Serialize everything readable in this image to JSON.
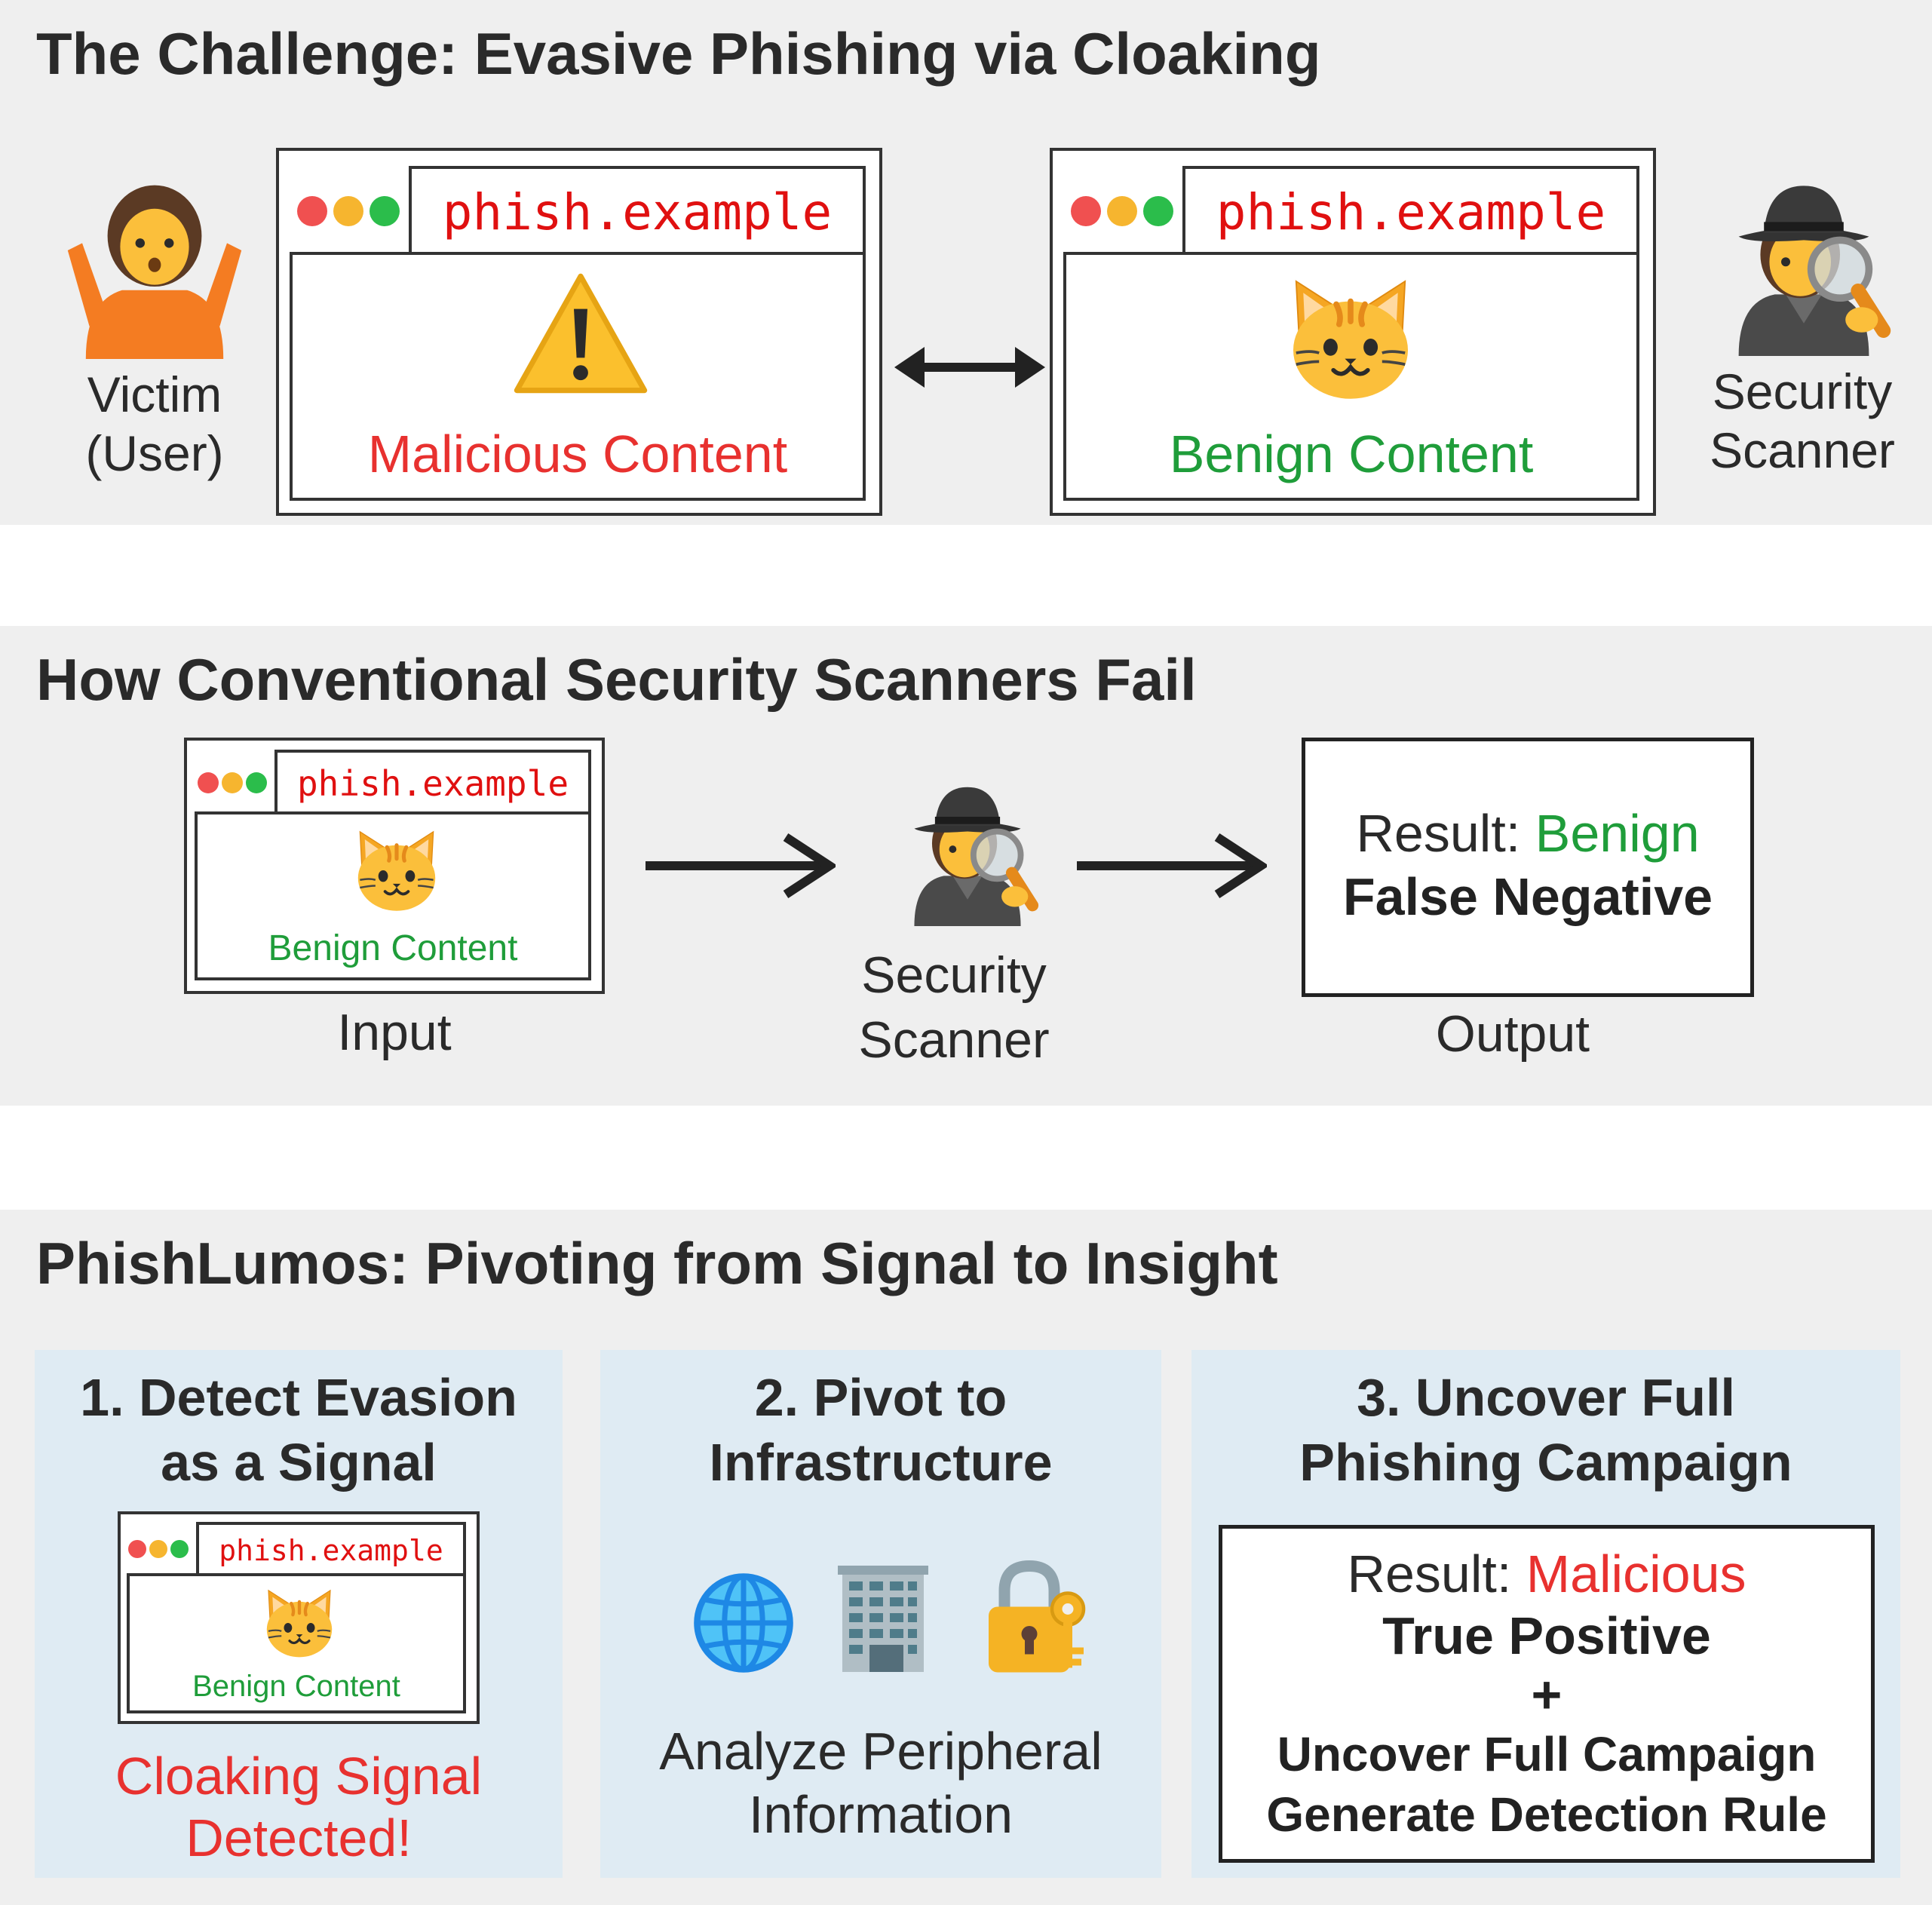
{
  "panel1": {
    "title": "The Challenge: Evasive Phishing via Cloaking",
    "victim_label": [
      "Victim",
      "(User)"
    ],
    "scanner_label": [
      "Security",
      "Scanner"
    ],
    "left_browser": {
      "url": "phish.example",
      "content": "Malicious Content",
      "icon": "warning-icon"
    },
    "right_browser": {
      "url": "phish.example",
      "content": "Benign Content",
      "icon": "cat-face-icon"
    }
  },
  "panel2": {
    "title": "How Conventional Security Scanners Fail",
    "browser": {
      "url": "phish.example",
      "content": "Benign Content"
    },
    "input_label": "Input",
    "scanner_label": [
      "Security",
      "Scanner"
    ],
    "output_label": "Output",
    "result_prefix": "Result: ",
    "result_value": "Benign",
    "result_verdict": "False Negative"
  },
  "panel3": {
    "title": "PhishLumos: Pivoting from Signal to Insight",
    "step1": {
      "title": [
        "1. Detect Evasion",
        "as a Signal"
      ],
      "browser": {
        "url": "phish.example",
        "content": "Benign Content"
      },
      "signal": [
        "Cloaking Signal",
        "Detected!"
      ]
    },
    "step2": {
      "title": [
        "2. Pivot to",
        "Infrastructure"
      ],
      "icons": [
        "globe-icon",
        "office-building-icon",
        "lock-with-key-icon"
      ],
      "caption": [
        "Analyze Peripheral",
        "Information"
      ]
    },
    "step3": {
      "title": [
        "3. Uncover Full",
        "Phishing Campaign"
      ],
      "result_prefix": "Result: ",
      "result_value": "Malicious",
      "verdict": "True Positive",
      "plus": "+",
      "line1": "Uncover Full Campaign",
      "line2": "Generate Detection Rule"
    }
  },
  "colors": {
    "panel_bg": "#efefef",
    "sub_panel_bg": "#dfebf3",
    "malicious_red": "#e8312f",
    "benign_green": "#1f9d3a",
    "url_red": "#e01010",
    "dot_red": "#f05050",
    "dot_yellow": "#f6b52f",
    "dot_green": "#2bbd4b"
  }
}
